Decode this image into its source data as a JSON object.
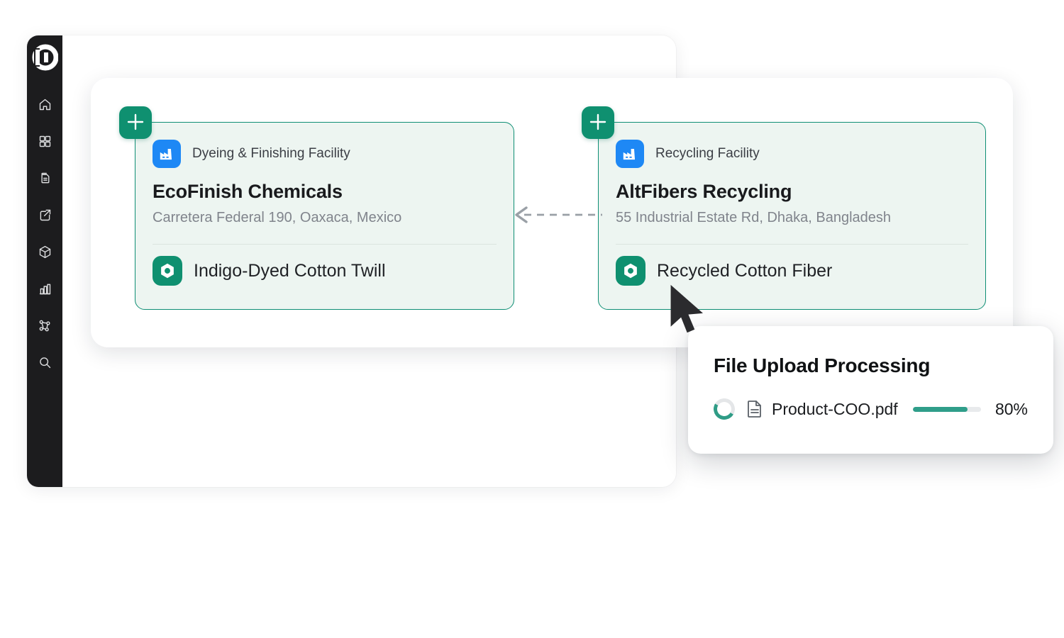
{
  "colors": {
    "accent_green": "#0f9070",
    "card_border_teal": "#0e8e74",
    "card_bg_mint": "#edf5f1",
    "factory_blue": "#1e88f5",
    "progress_teal": "#2f9e8a",
    "sidebar_bg": "#1c1c1e"
  },
  "sidebar": {
    "logo_icon": "app-logo",
    "items": [
      {
        "icon": "home-icon"
      },
      {
        "icon": "dashboard-grid-icon"
      },
      {
        "icon": "documents-icon"
      },
      {
        "icon": "share-export-icon"
      },
      {
        "icon": "package-icon"
      },
      {
        "icon": "bar-chart-icon"
      },
      {
        "icon": "network-nodes-icon"
      },
      {
        "icon": "search-icon"
      }
    ]
  },
  "board": {
    "add_node_button_icon": "plus-icon",
    "connector": {
      "style": "dashed-arrow",
      "direction": "left"
    },
    "nodes": [
      {
        "type_icon": "factory-icon",
        "type_label": "Dyeing & Finishing Facility",
        "name": "EcoFinish Chemicals",
        "address": "Carretera Federal 190, Oaxaca, Mexico",
        "product_icon": "product-hex-icon",
        "product": "Indigo-Dyed Cotton Twill"
      },
      {
        "type_icon": "factory-icon",
        "type_label": "Recycling Facility",
        "name": "AltFibers Recycling",
        "address": "55 Industrial Estate Rd, Dhaka, Bangladesh",
        "product_icon": "product-hex-icon",
        "product": "Recycled Cotton Fiber"
      }
    ]
  },
  "upload_panel": {
    "title": "File Upload Processing",
    "spinner_icon": "loading-spinner-icon",
    "file_icon": "file-document-icon",
    "file_name": "Product-COO.pdf",
    "progress_percent": 80,
    "progress_label": "80%"
  }
}
